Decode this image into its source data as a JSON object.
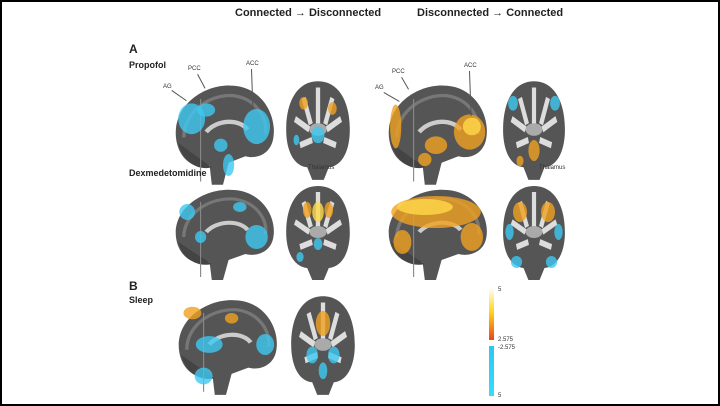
{
  "headers": {
    "left": "Connected → Disconnected",
    "right": "Disconnected → Connected"
  },
  "panels": {
    "a": "A",
    "b": "B"
  },
  "rows": {
    "propofol": "Propofol",
    "dexmedetomidine": "Dexmedetomidine",
    "sleep": "Sleep"
  },
  "annotations": {
    "ag": "AG",
    "pcc": "PCC",
    "acc": "ACC",
    "thalamus": "Thalamus"
  },
  "colorbar": {
    "positive": {
      "max": "5",
      "min": "2.575",
      "colors": [
        "#fffde0",
        "#ffd21a",
        "#e8471a"
      ]
    },
    "negative": {
      "min": "-2.575",
      "max": "5",
      "colors": [
        "#2ec6f0",
        "#35dcff"
      ]
    }
  }
}
